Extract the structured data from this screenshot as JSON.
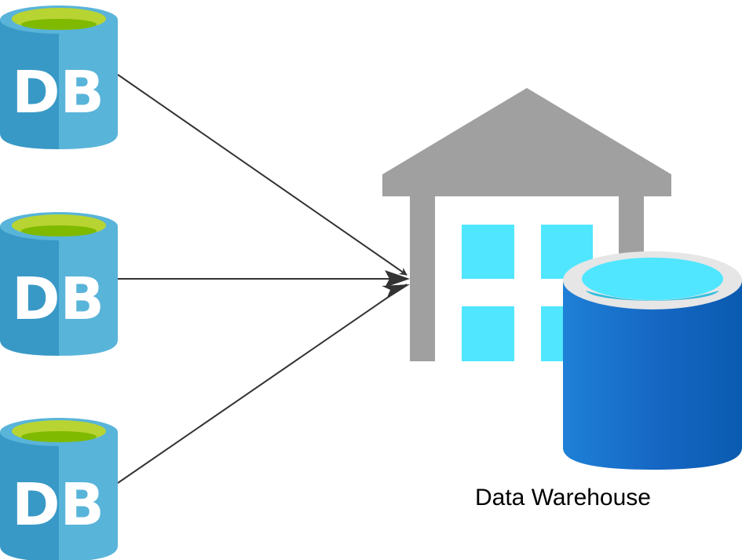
{
  "sources": [
    {
      "label": "DB"
    },
    {
      "label": "DB"
    },
    {
      "label": "DB"
    }
  ],
  "target": {
    "label": "Data Warehouse"
  },
  "colors": {
    "db_body_light": "#59b4d9",
    "db_body_dark": "#3999c6",
    "db_top_rim": "#b8d432",
    "db_top_inner": "#7fba00",
    "warehouse_gray": "#a0a0a0",
    "window_cyan": "#50e6ff",
    "cylinder_blue_light": "#1e80d6",
    "cylinder_blue_dark": "#0a5bb0",
    "cylinder_rim": "#e6e6e6",
    "cylinder_top": "#50e6ff",
    "arrow": "#333333"
  }
}
